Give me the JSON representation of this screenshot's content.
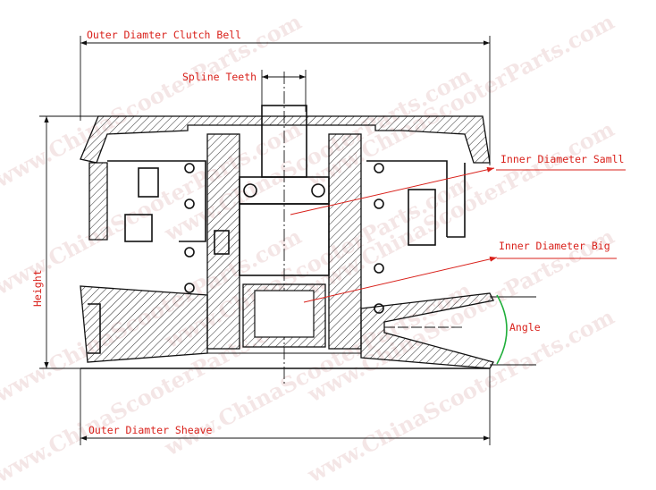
{
  "watermark": "www.ChinaScooterParts.com",
  "labels": {
    "outer_clutch_bell": "Outer Diamter Clutch Bell",
    "spline_teeth": "Spline Teeth",
    "inner_small": "Inner Diameter Samll",
    "inner_big": "Inner Diameter Big",
    "height": "Height",
    "angle": "Angle",
    "outer_sheave": "Outer Diamter Sheave"
  },
  "colors": {
    "label": "#d9211b",
    "angle_arc": "#1fae3a",
    "line": "#111111"
  }
}
